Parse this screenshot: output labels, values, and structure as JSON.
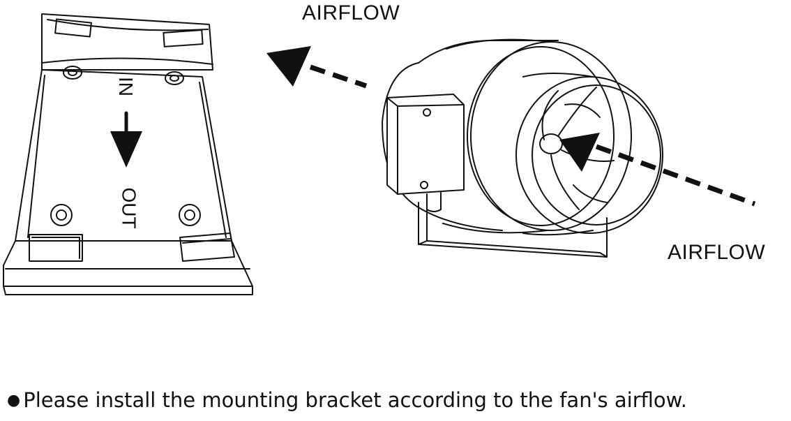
{
  "labels": {
    "airflow_top": "AIRFLOW",
    "airflow_bottom": "AIRFLOW",
    "bracket_in": "IN",
    "bracket_out": "OUT"
  },
  "caption": {
    "bullet": "●",
    "text": "Please install the mounting bracket according to the fan's airflow."
  },
  "icons": {
    "flow_arrow": "dashed-arrow-icon",
    "direction_arrow": "down-arrow-icon"
  },
  "colors": {
    "line": "#111111",
    "background": "#ffffff"
  }
}
